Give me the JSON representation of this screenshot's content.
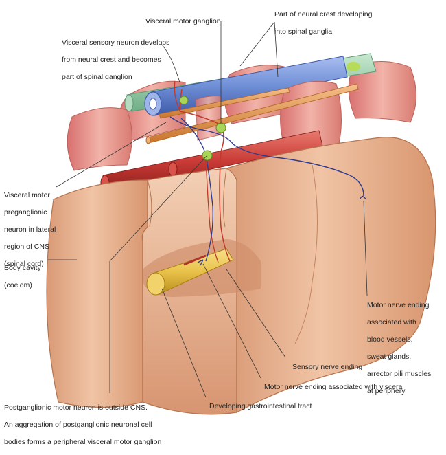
{
  "labels": {
    "visceral_motor_ganglion": "Visceral motor ganglion",
    "neural_crest": [
      "Part of neural crest developing",
      "into spinal ganglia"
    ],
    "visceral_sensory_neuron": [
      "Visceral sensory neuron develops",
      "from neural crest and becomes",
      "part of spinal ganglion"
    ],
    "preganglionic_neuron": [
      "Visceral motor",
      "preganglionic",
      "neuron in lateral",
      "region of CNS",
      "(spinal cord)"
    ],
    "body_cavity": [
      "Body cavity",
      "(coelom)"
    ],
    "motor_nerve_ending_periphery": [
      "Motor nerve ending",
      "associated with",
      "blood vessels,",
      "sweat glands,",
      "arrector pili muscles",
      "at periphery"
    ],
    "sensory_nerve_ending": "Sensory nerve ending",
    "motor_nerve_ending_viscera": "Motor nerve ending associated with viscera",
    "gi_tract": "Developing gastrointestinal tract",
    "postganglionic_neuron": [
      "Postganglionic motor neuron is outside CNS.",
      "An aggregation of postganglionic neuronal cell",
      "bodies forms a peripheral visceral motor ganglion"
    ]
  },
  "colors": {
    "body_flesh": "#e7b08d",
    "somite": "#e58c8c",
    "spinal_cord": "#6f8fd6",
    "neural_crest": "#8ec9a2",
    "notochord_orange": "#e79a4a",
    "aorta_red": "#c93b36",
    "gut_yellow": "#e9c24a",
    "sensory_nerve": "#c0392b",
    "motor_nerve": "#2f3a8f",
    "ganglion_green": "#a8d45a",
    "leader_line": "#333333"
  }
}
